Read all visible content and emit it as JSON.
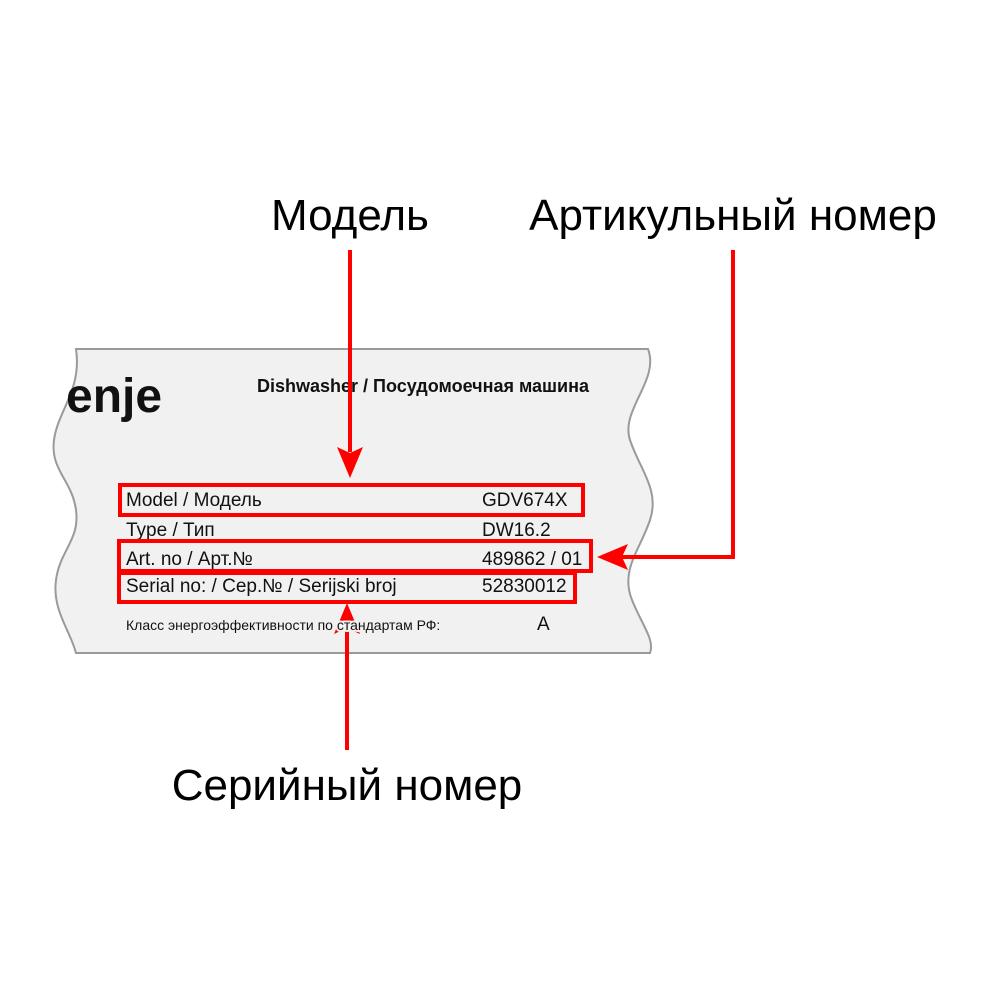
{
  "callouts": {
    "model": "Модель",
    "article": "Артикульный номер",
    "serial": "Серийный номер"
  },
  "plate": {
    "logo": "enje",
    "product": "Dishwasher / Посудомоечная машина",
    "rows": [
      {
        "label": "Model / Модель",
        "value": "GDV674X"
      },
      {
        "label": "Type / Тип",
        "value": "DW16.2"
      },
      {
        "label": "Art. no / Арт.№",
        "value": "489862 / 01"
      },
      {
        "label": "Serial no: / Сер.№ / Serijski broj",
        "value": "52830012"
      }
    ],
    "energy_label": "Класс энергоэффективности по стандартам РФ:",
    "energy_value": "A"
  },
  "colors": {
    "highlight": "#ff0000",
    "plate": "#f1f1f1"
  }
}
